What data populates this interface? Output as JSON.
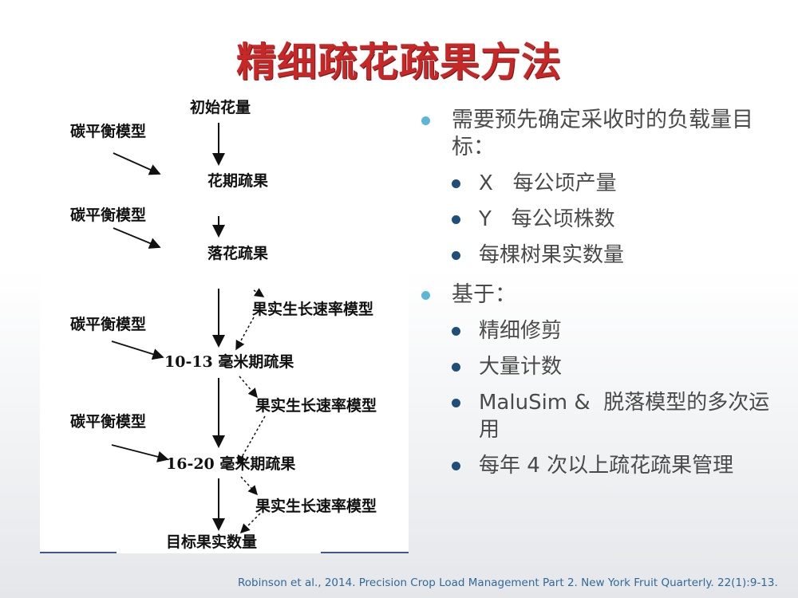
{
  "title": "精细疏花疏果方法",
  "flow": {
    "initial": "初始花量",
    "carbon_model": "碳平衡模型",
    "bloom_thinning": "花期疏果",
    "petal_fall_thinning": "落花疏果",
    "growth_model": "果实生长速率模型",
    "stage_10_13": "10-13 毫米期疏果",
    "stage_16_20": "16-20 毫米期疏果",
    "target": "目标果实数量"
  },
  "bullets": [
    {
      "text": "需要预先确定采收时的负载量目标：",
      "sub": [
        "X   每公顷产量",
        "Y   每公顷株数",
        "每棵树果实数量"
      ]
    },
    {
      "text": "基于：",
      "sub": [
        "精细修剪",
        "大量计数",
        "MaluSim &  脱落模型的多次运用",
        "每年 4 次以上疏花疏果管理"
      ]
    }
  ],
  "reference": "Robinson et al., 2014. Precision Crop Load Management Part 2. New York Fruit Quarterly. 22(1):9-13."
}
